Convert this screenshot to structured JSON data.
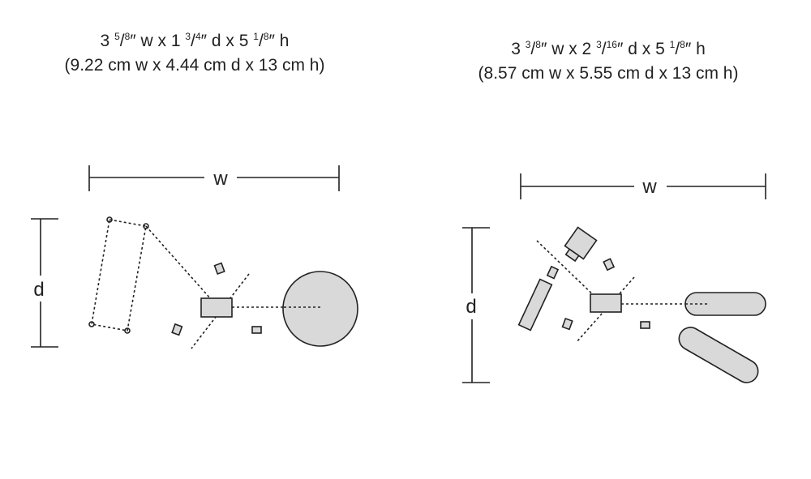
{
  "left": {
    "dimensions_in": {
      "w_whole": "3",
      "w_frac_num": "5",
      "w_frac_den": "8",
      "d_whole": "1",
      "d_frac_num": "3",
      "d_frac_den": "4",
      "h_whole": "5",
      "h_frac_num": "1",
      "h_frac_den": "8"
    },
    "dimensions_cm": "(9.22 cm w x 4.44 cm d x 13 cm h)",
    "w_label": "w",
    "d_label": "d"
  },
  "right": {
    "dimensions_in": {
      "w_whole": "3",
      "w_frac_num": "3",
      "w_frac_den": "8",
      "d_whole": "2",
      "d_frac_num": "3",
      "d_frac_den": "16",
      "h_whole": "5",
      "h_frac_num": "1",
      "h_frac_den": "8"
    },
    "dimensions_cm": "(8.57 cm w x 5.55 cm d x 13 cm h)",
    "w_label": "w",
    "d_label": "d"
  },
  "colors": {
    "line": "#222222",
    "fill": "#d9d9d9"
  }
}
